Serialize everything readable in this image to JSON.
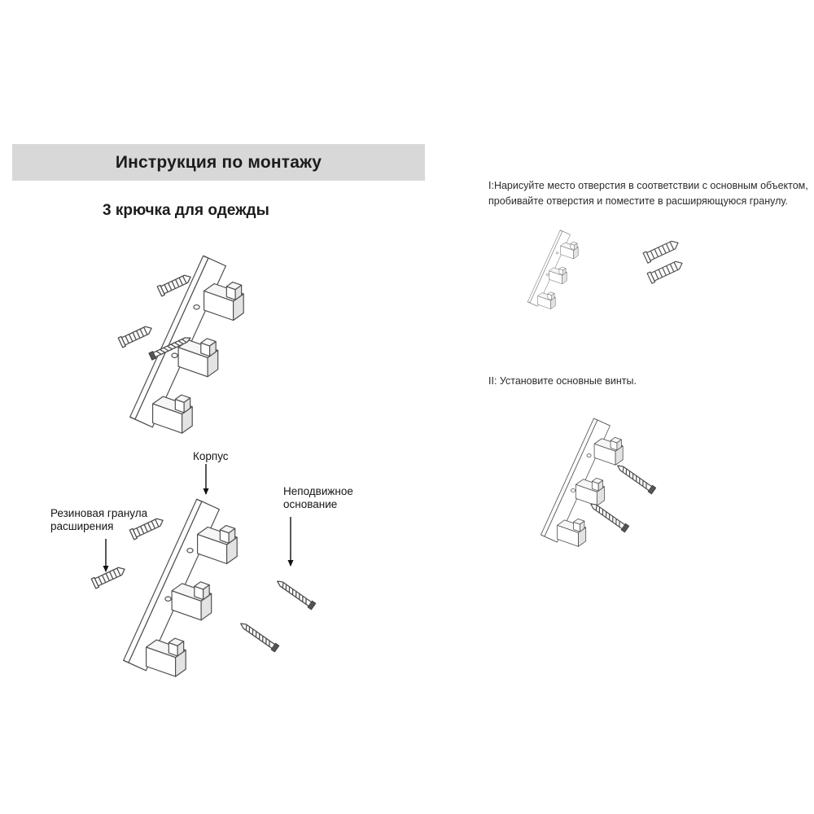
{
  "title_banner": {
    "text": "Инструкция по монтажу"
  },
  "product": {
    "subtitle": "3 крючка для одежды"
  },
  "callouts": {
    "body": "Корпус",
    "fixed_base": "Неподвижное основание",
    "expansion_granule": "Резиновая гранула расширения"
  },
  "steps": {
    "step1": "I:Нарисуйте место отверстия в соответствии с основным объектом, пробивайте отверстия и поместите в расширяющуюся гранулу.",
    "step2": "II: Установите основные винты."
  },
  "colors": {
    "banner_bg": "#d8d8d8",
    "line": "#4d4d4d",
    "text": "#1c1c1c"
  }
}
